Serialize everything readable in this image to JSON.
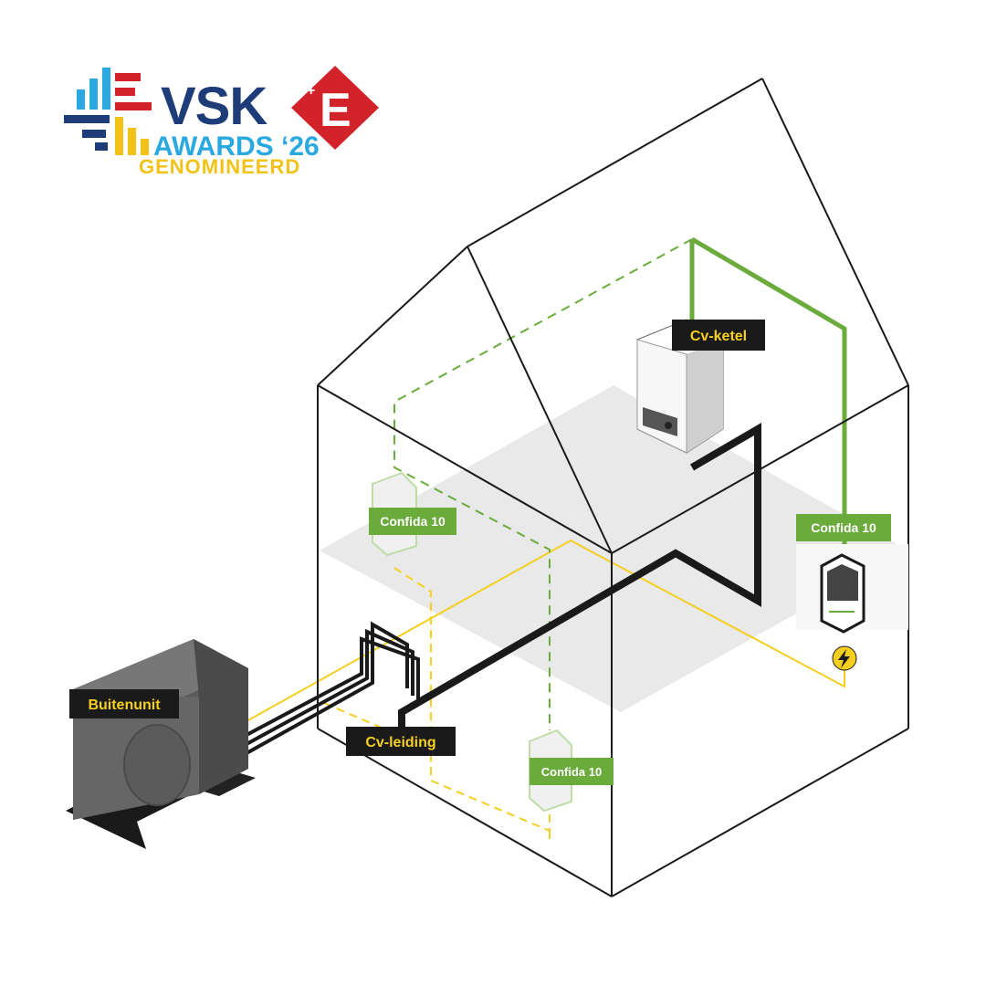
{
  "logo": {
    "brand_prefix": "VSK",
    "brand_mark": "E",
    "brand_plus": "+",
    "line2": "AWARDS ‘26",
    "line3": "GENOMINEERD",
    "colors": {
      "navy": "#1d3c78",
      "red": "#d2232a",
      "cyan": "#2aa9e0",
      "yellow": "#f2c316"
    }
  },
  "labels": {
    "cv_ketel": "Cv-ketel",
    "confida_left": "Confida 10",
    "confida_right": "Confida 10",
    "confida_bottom": "Confida 10",
    "buitenunit": "Buitenunit",
    "cv_leiding": "Cv-leiding"
  },
  "icons": {
    "power": "lightning-bolt-icon"
  },
  "colors": {
    "green": "#6aab3c",
    "yellow": "#f5cf1f",
    "pipe": "#1a1a1a",
    "label_dark_bg": "#1a1a1a",
    "label_dark_text": "#f5cf1f",
    "label_green_bg": "#6aab3c",
    "label_green_text": "#ffffff",
    "floor": "#e8e8e8"
  }
}
